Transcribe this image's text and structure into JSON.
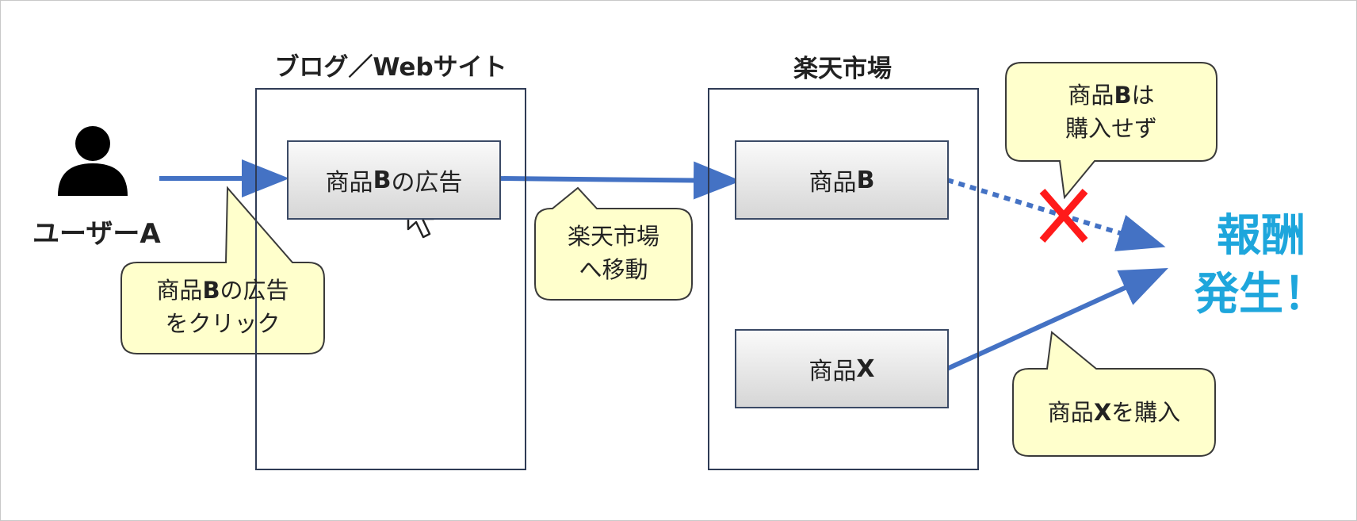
{
  "user": {
    "label": "ユーザーA"
  },
  "sections": {
    "blog": {
      "title": "ブログ／Webサイト"
    },
    "rakuten": {
      "title": "楽天市場"
    }
  },
  "boxes": {
    "ad": {
      "prefix": "商品",
      "bold": "B",
      "suffix": "の広告"
    },
    "product_b": {
      "prefix": "商品",
      "bold": "B",
      "suffix": ""
    },
    "product_x": {
      "prefix": "商品",
      "bold": "X",
      "suffix": ""
    }
  },
  "callouts": {
    "click": {
      "line1_prefix": "商品",
      "line1_bold": "B",
      "line1_suffix": "の広告",
      "line2": "をクリック"
    },
    "move": {
      "line1": "楽天市場",
      "line2": "へ移動"
    },
    "not_bought": {
      "line1_prefix": "商品",
      "line1_bold": "B",
      "line1_suffix": "は",
      "line2": "購入せず"
    },
    "bought_x": {
      "prefix": "商品",
      "bold": "X",
      "suffix": "を購入"
    }
  },
  "reward": {
    "line1": "報酬",
    "line2": "発生！"
  },
  "colors": {
    "arrow": "#4472c4",
    "callout_fill": "#ffffcc",
    "callout_stroke": "#3a3a3a",
    "cross": "#ff1a1a",
    "reward": "#1ea6dc"
  }
}
